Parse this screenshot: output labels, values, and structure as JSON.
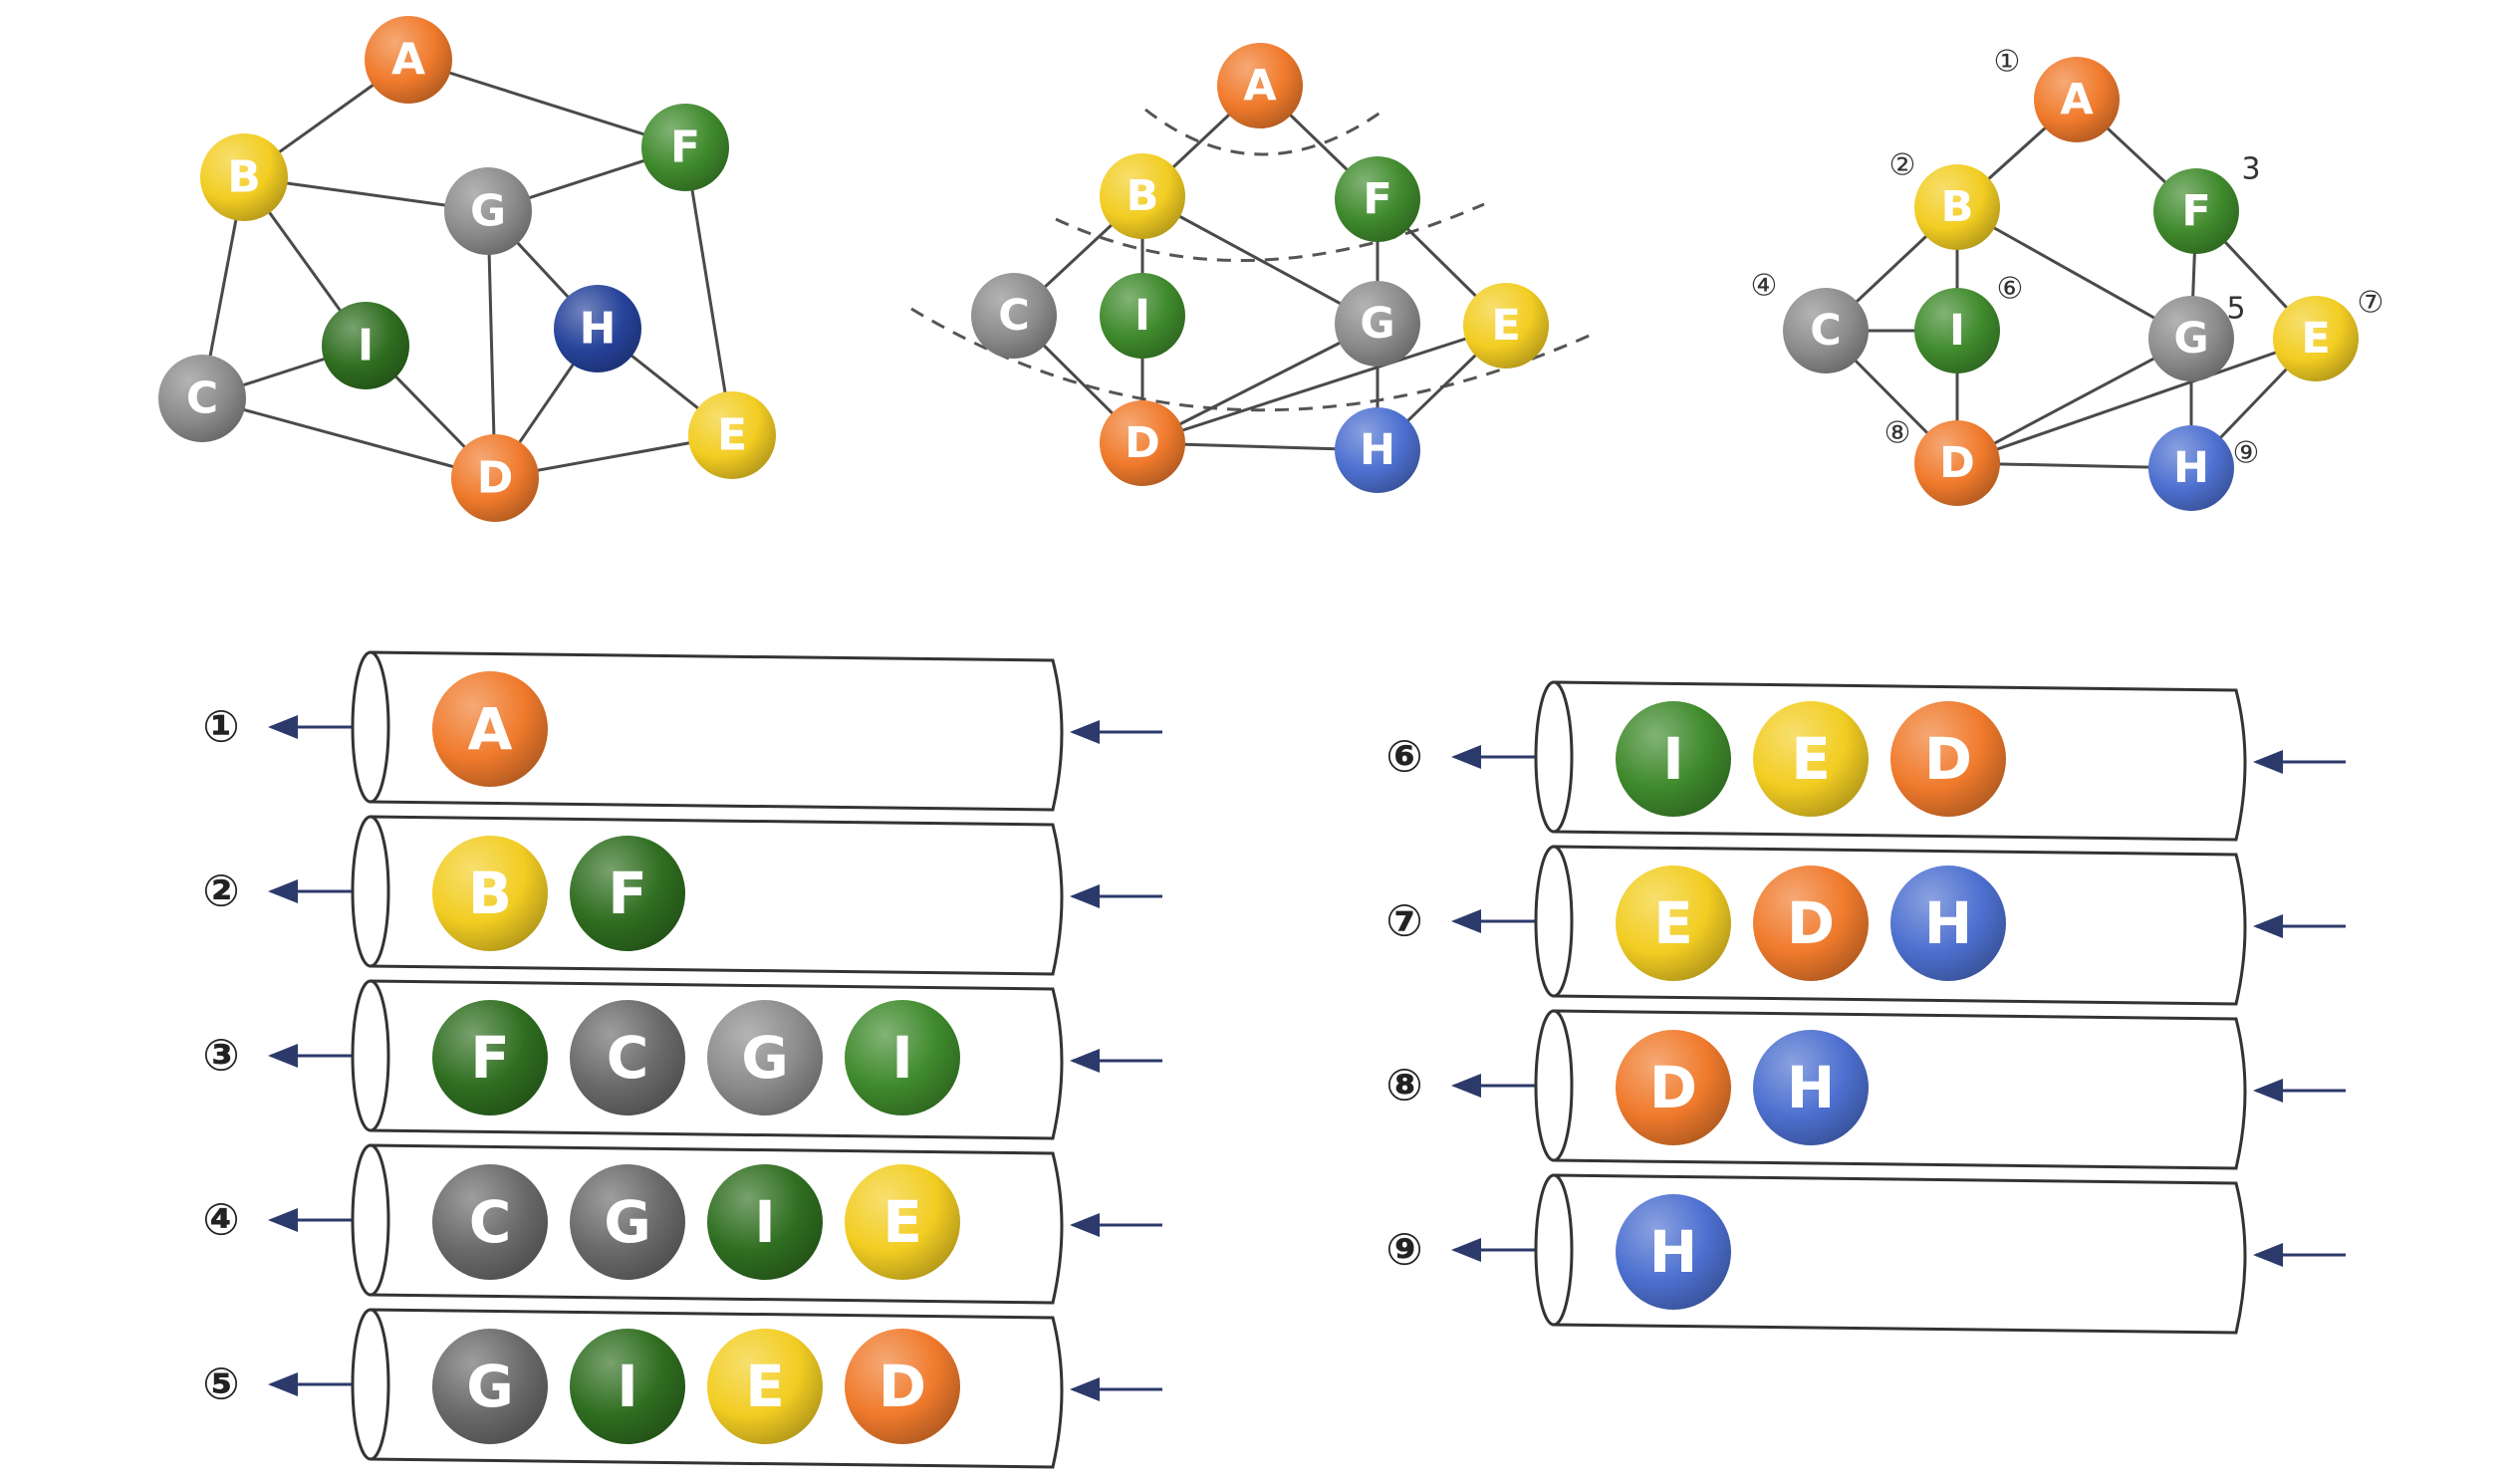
{
  "colors": {
    "orange": "#f07a2c",
    "yellow": "#f2cd22",
    "green": "#3f8a2c",
    "darkgreen": "#2f6e20",
    "gray": "#8c8c8c",
    "darkgray": "#6a6a6a",
    "blue": "#4d70d0",
    "navy": "#26439a",
    "edge": "#4a4a4a",
    "arrow": "#2c3a6b"
  },
  "graphs": [
    {
      "id": "original",
      "nodes": [
        {
          "label": "A",
          "color": "orange"
        },
        {
          "label": "B",
          "color": "yellow"
        },
        {
          "label": "F",
          "color": "green"
        },
        {
          "label": "G",
          "color": "gray"
        },
        {
          "label": "I",
          "color": "darkgreen"
        },
        {
          "label": "H",
          "color": "navy"
        },
        {
          "label": "C",
          "color": "gray"
        },
        {
          "label": "D",
          "color": "orange"
        },
        {
          "label": "E",
          "color": "yellow"
        }
      ],
      "edges": [
        [
          "A",
          "B"
        ],
        [
          "A",
          "F"
        ],
        [
          "B",
          "G"
        ],
        [
          "G",
          "F"
        ],
        [
          "B",
          "I"
        ],
        [
          "B",
          "C"
        ],
        [
          "C",
          "I"
        ],
        [
          "C",
          "D"
        ],
        [
          "I",
          "D"
        ],
        [
          "G",
          "D"
        ],
        [
          "G",
          "H"
        ],
        [
          "H",
          "D"
        ],
        [
          "H",
          "E"
        ],
        [
          "F",
          "E"
        ],
        [
          "D",
          "E"
        ]
      ]
    },
    {
      "id": "layered",
      "nodes": [
        {
          "label": "A",
          "color": "orange"
        },
        {
          "label": "B",
          "color": "yellow"
        },
        {
          "label": "F",
          "color": "green"
        },
        {
          "label": "C",
          "color": "gray"
        },
        {
          "label": "I",
          "color": "green"
        },
        {
          "label": "G",
          "color": "gray"
        },
        {
          "label": "E",
          "color": "yellow"
        },
        {
          "label": "D",
          "color": "orange"
        },
        {
          "label": "H",
          "color": "blue"
        }
      ],
      "edges": [
        [
          "A",
          "B"
        ],
        [
          "A",
          "F"
        ],
        [
          "B",
          "C"
        ],
        [
          "B",
          "I"
        ],
        [
          "B",
          "G"
        ],
        [
          "F",
          "G"
        ],
        [
          "F",
          "E"
        ],
        [
          "C",
          "D"
        ],
        [
          "I",
          "D"
        ],
        [
          "G",
          "D"
        ],
        [
          "G",
          "H"
        ],
        [
          "E",
          "D"
        ],
        [
          "E",
          "H"
        ],
        [
          "D",
          "H"
        ]
      ]
    },
    {
      "id": "numbered",
      "nodes": [
        {
          "label": "A",
          "color": "orange",
          "order": "①"
        },
        {
          "label": "B",
          "color": "yellow",
          "order": "②"
        },
        {
          "label": "F",
          "color": "green",
          "order": "3"
        },
        {
          "label": "C",
          "color": "gray",
          "order": "④"
        },
        {
          "label": "I",
          "color": "green",
          "order": "⑥"
        },
        {
          "label": "G",
          "color": "gray",
          "order": "5"
        },
        {
          "label": "E",
          "color": "yellow",
          "order": "⑦"
        },
        {
          "label": "D",
          "color": "orange",
          "order": "⑧"
        },
        {
          "label": "H",
          "color": "blue",
          "order": "⑨"
        }
      ],
      "edges": [
        [
          "A",
          "B"
        ],
        [
          "A",
          "F"
        ],
        [
          "B",
          "C"
        ],
        [
          "B",
          "I"
        ],
        [
          "B",
          "G"
        ],
        [
          "F",
          "G"
        ],
        [
          "F",
          "E"
        ],
        [
          "C",
          "I"
        ],
        [
          "C",
          "D"
        ],
        [
          "I",
          "D"
        ],
        [
          "G",
          "D"
        ],
        [
          "G",
          "H"
        ],
        [
          "E",
          "D"
        ],
        [
          "E",
          "H"
        ],
        [
          "D",
          "H"
        ]
      ]
    }
  ],
  "queue_steps": [
    {
      "step": "①",
      "items": [
        {
          "label": "A",
          "color": "orange"
        }
      ]
    },
    {
      "step": "②",
      "items": [
        {
          "label": "B",
          "color": "yellow"
        },
        {
          "label": "F",
          "color": "darkgreen"
        }
      ]
    },
    {
      "step": "③",
      "items": [
        {
          "label": "F",
          "color": "darkgreen"
        },
        {
          "label": "C",
          "color": "darkgray"
        },
        {
          "label": "G",
          "color": "gray"
        },
        {
          "label": "I",
          "color": "green"
        }
      ]
    },
    {
      "step": "④",
      "items": [
        {
          "label": "C",
          "color": "darkgray"
        },
        {
          "label": "G",
          "color": "darkgray"
        },
        {
          "label": "I",
          "color": "darkgreen"
        },
        {
          "label": "E",
          "color": "yellow"
        }
      ]
    },
    {
      "step": "⑤",
      "items": [
        {
          "label": "G",
          "color": "darkgray"
        },
        {
          "label": "I",
          "color": "darkgreen"
        },
        {
          "label": "E",
          "color": "yellow"
        },
        {
          "label": "D",
          "color": "orange"
        }
      ]
    },
    {
      "step": "⑥",
      "items": [
        {
          "label": "I",
          "color": "green"
        },
        {
          "label": "E",
          "color": "yellow"
        },
        {
          "label": "D",
          "color": "orange"
        }
      ]
    },
    {
      "step": "⑦",
      "items": [
        {
          "label": "E",
          "color": "yellow"
        },
        {
          "label": "D",
          "color": "orange"
        },
        {
          "label": "H",
          "color": "blue"
        }
      ]
    },
    {
      "step": "⑧",
      "items": [
        {
          "label": "D",
          "color": "orange"
        },
        {
          "label": "H",
          "color": "blue"
        }
      ]
    },
    {
      "step": "⑨",
      "items": [
        {
          "label": "H",
          "color": "blue"
        }
      ]
    }
  ]
}
